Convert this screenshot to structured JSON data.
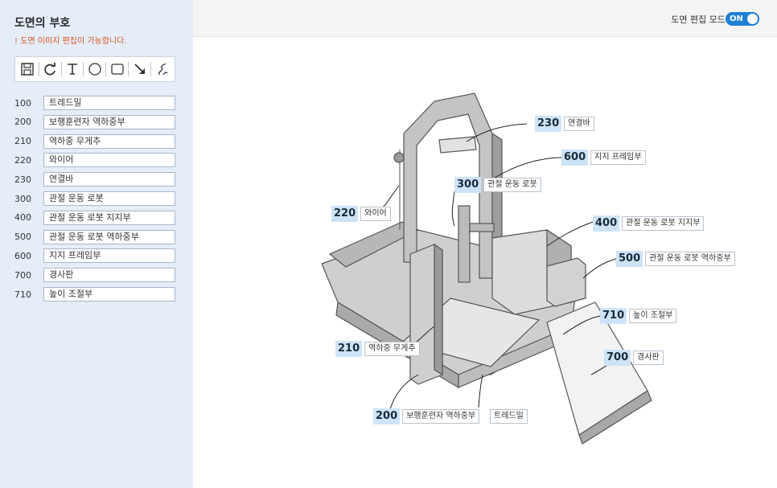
{
  "sidebar": {
    "title": "도면의 부호",
    "warning": "! 도면 이미지 편집이 가능합니다.",
    "legend": [
      {
        "num": "100",
        "label": "트레드밀"
      },
      {
        "num": "200",
        "label": "보행훈련자 역하중부"
      },
      {
        "num": "210",
        "label": "역하중 무게추"
      },
      {
        "num": "220",
        "label": "와이어"
      },
      {
        "num": "230",
        "label": "연결바"
      },
      {
        "num": "300",
        "label": "관절 운동 로봇"
      },
      {
        "num": "400",
        "label": "관절 운동 로봇 지지부"
      },
      {
        "num": "500",
        "label": "관절 운동 로봇 역하중부"
      },
      {
        "num": "600",
        "label": "지지 프레임부"
      },
      {
        "num": "700",
        "label": "경사판"
      },
      {
        "num": "710",
        "label": "높이 조절부"
      }
    ],
    "tools": [
      "save-icon",
      "redo-icon",
      "text-icon",
      "circle-icon",
      "rectangle-icon",
      "arrow-icon",
      "pen-icon"
    ]
  },
  "header": {
    "mode_label": "도면 편집 모드",
    "toggle_label": "ON",
    "toggle_color": "#1c7fd6"
  },
  "diagram": {
    "labels": [
      {
        "num": "230",
        "label": "연결바"
      },
      {
        "num": "600",
        "label": "지지 프레임부"
      },
      {
        "num": "300",
        "label": "관절 운동 로봇"
      },
      {
        "num": "220",
        "label": "와이어"
      },
      {
        "num": "400",
        "label": "관절 운동 로봇 지지부"
      },
      {
        "num": "500",
        "label": "관절 운동 로봇 역하중부"
      },
      {
        "num": "710",
        "label": "높이 조절부"
      },
      {
        "num": "210",
        "label": "역하중 무게추"
      },
      {
        "num": "700",
        "label": "경사판"
      },
      {
        "num": "200",
        "label": "보행훈련자 역하중부"
      },
      {
        "num": "",
        "label": "트레드밀"
      }
    ]
  }
}
